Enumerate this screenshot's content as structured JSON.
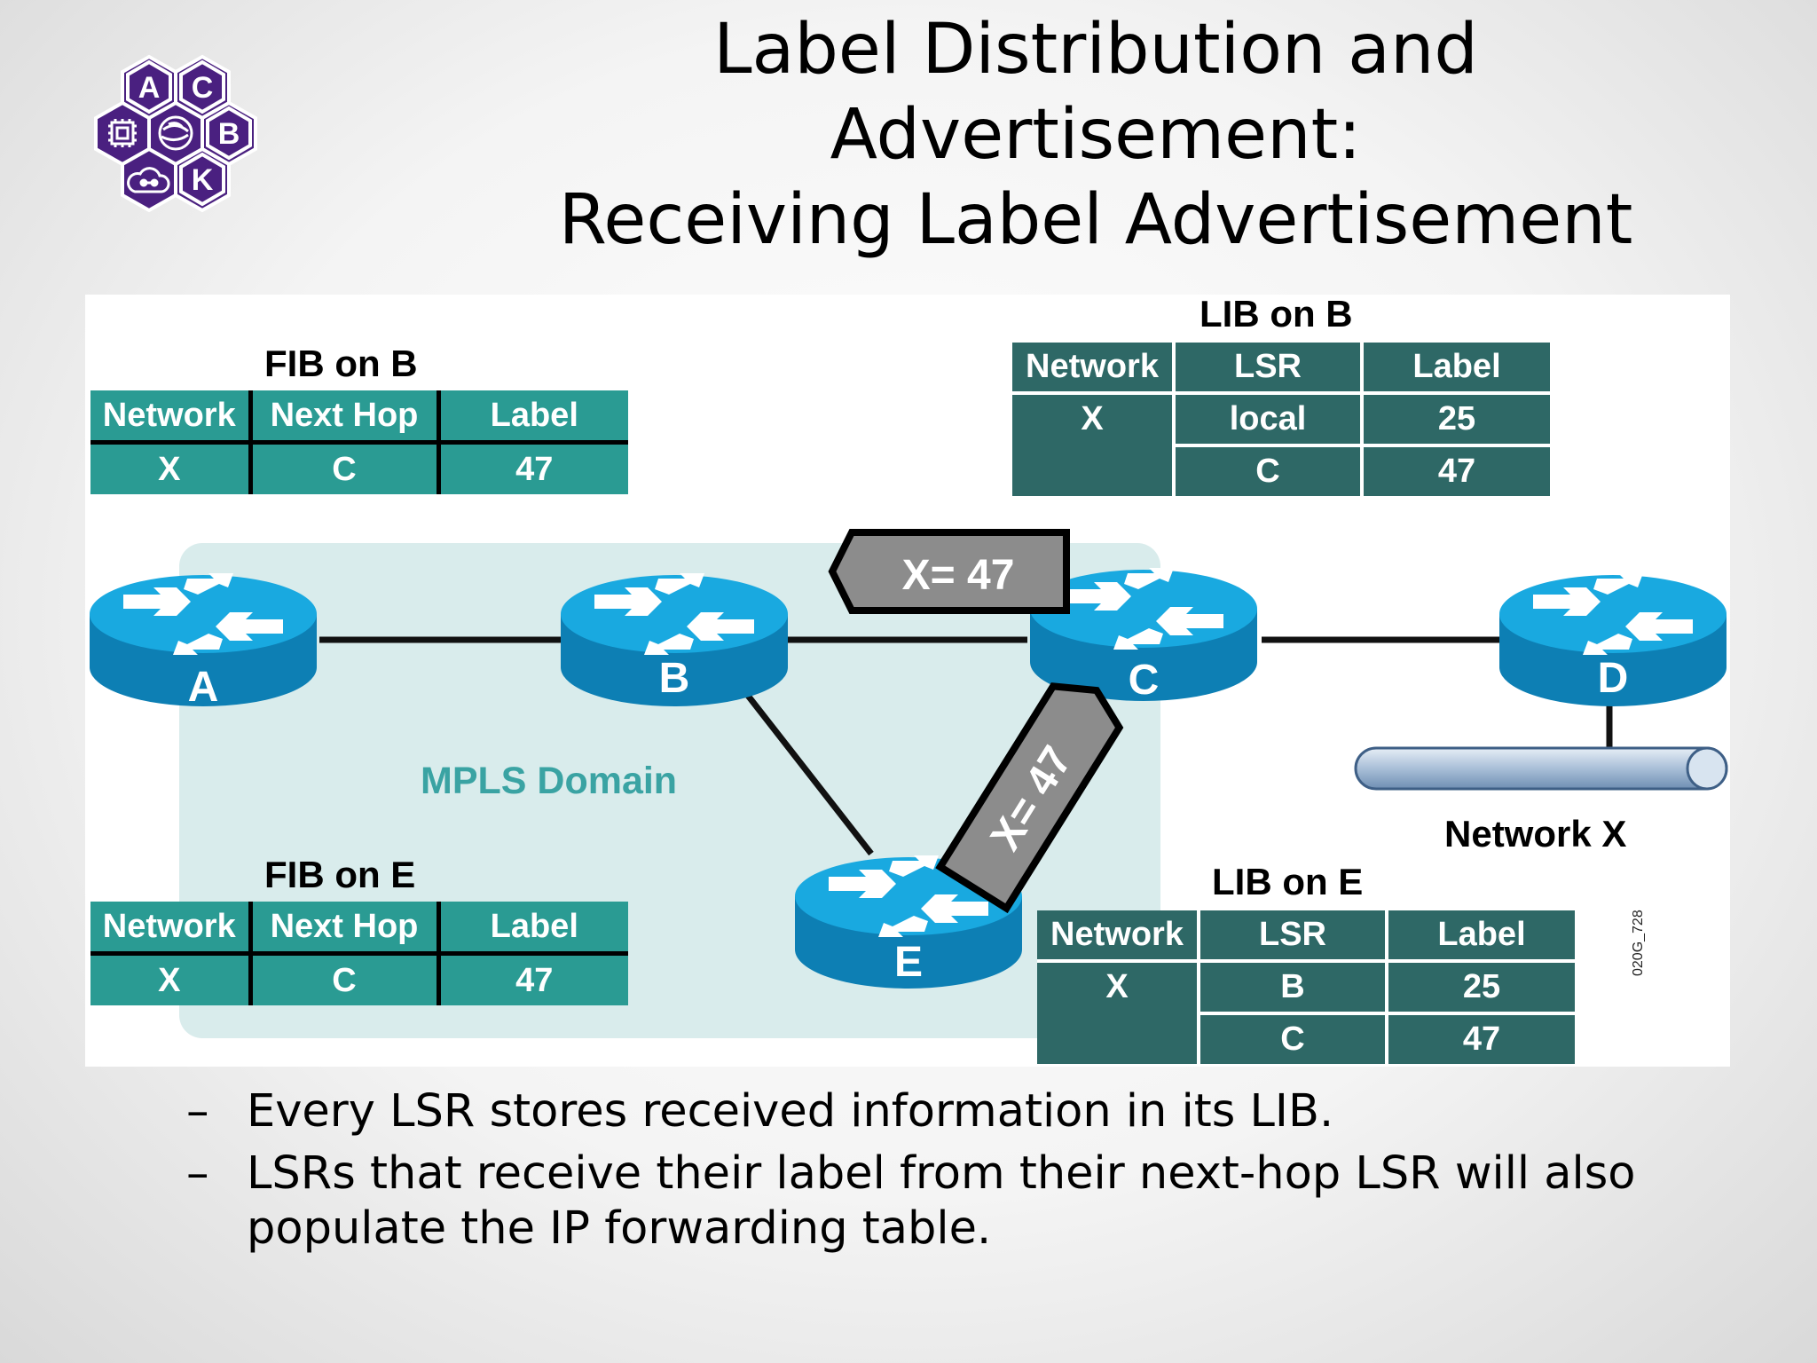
{
  "slide": {
    "title_lines": [
      "Label Distribution and",
      "Advertisement:",
      "Receiving Label Advertisement"
    ],
    "logo": {
      "letters": [
        "A",
        "C",
        "B",
        "K"
      ],
      "color": "#4a2080"
    },
    "bullets": [
      "Every LSR stores received information in its LIB.",
      "LSRs that receive their label from their next-hop LSR will also populate the IP forwarding table."
    ],
    "bullet_marker": "–"
  },
  "diagram": {
    "domain_label": "MPLS Domain",
    "network_label": "Network X",
    "figure_code": "020G_728",
    "routers": [
      "A",
      "B",
      "C",
      "D",
      "E"
    ],
    "advertisements": [
      "X= 47",
      "X= 47"
    ],
    "fib_b": {
      "title": "FIB on B",
      "headers": [
        "Network",
        "Next Hop",
        "Label"
      ],
      "rows": [
        [
          "X",
          "C",
          "47"
        ]
      ]
    },
    "fib_e": {
      "title": "FIB on E",
      "headers": [
        "Network",
        "Next Hop",
        "Label"
      ],
      "rows": [
        [
          "X",
          "C",
          "47"
        ]
      ]
    },
    "lib_b": {
      "title": "LIB on B",
      "headers": [
        "Network",
        "LSR",
        "Label"
      ],
      "network": "X",
      "rows": [
        [
          "local",
          "25"
        ],
        [
          "C",
          "47"
        ]
      ]
    },
    "lib_e": {
      "title": "LIB on E",
      "headers": [
        "Network",
        "LSR",
        "Label"
      ],
      "network": "X",
      "rows": [
        [
          "B",
          "25"
        ],
        [
          "C",
          "47"
        ]
      ]
    },
    "colors": {
      "router_top": "#19a9e0",
      "router_side": "#0d7fb4",
      "fib_fill": "#2a9b93",
      "lib_fill": "#2e6866",
      "domain_fill": "#d9ecec",
      "tag_fill": "#8c8c8c"
    }
  }
}
